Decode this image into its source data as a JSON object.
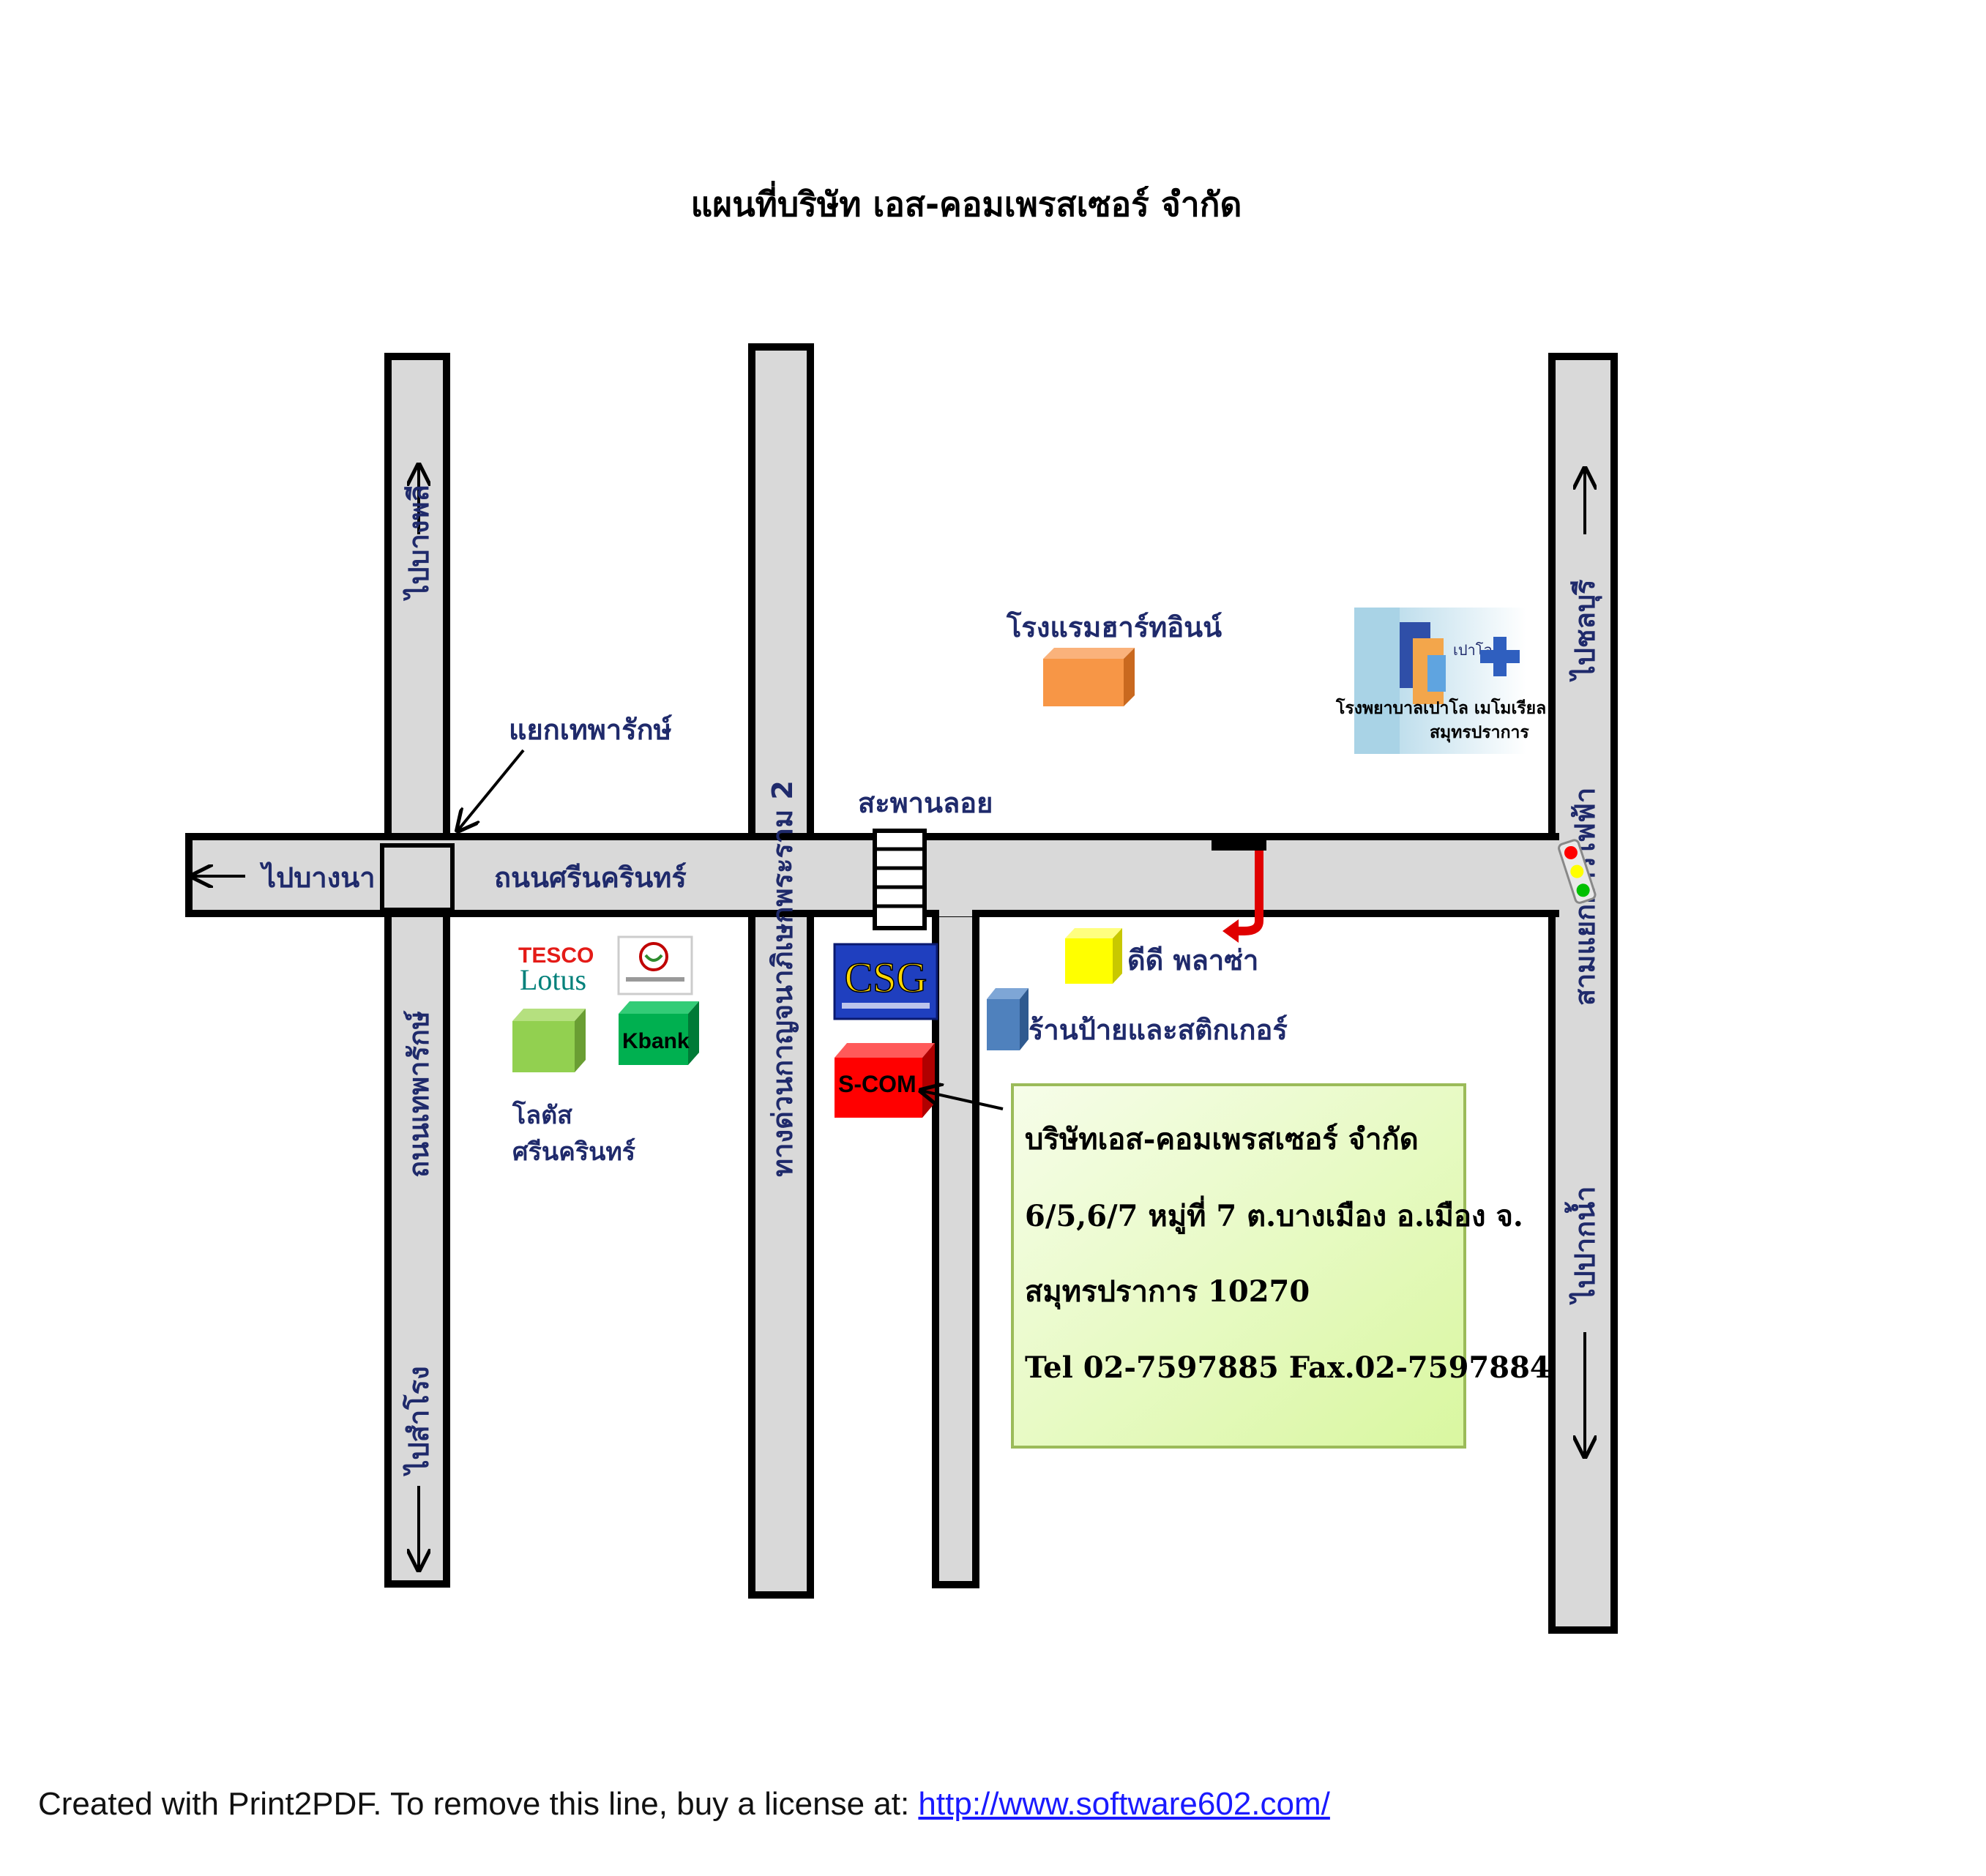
{
  "title": "แผนที่บริษัท เอส-คอมเพรสเซอร์ จำกัด",
  "roads": {
    "left_vertical_top": "ไปบางพลี",
    "left_vertical_bottom": "ถนนเทพารักษ์",
    "left_vertical_end": "ไปสำโรง",
    "horizontal_left": "ไปบางนา",
    "horizontal_name": "ถนนศรีนครินทร์",
    "middle_vertical": "ทางด่วนกาญจนาภิเษกพระราม 2",
    "right_vertical_top": "ไปชลบุรี",
    "right_vertical_mid": "สามแยกการไฟฟ้า",
    "right_vertical_bottom": "ไปปากน้ำ"
  },
  "landmarks": {
    "junction": "แยกเทพารักษ์",
    "bridge": "สะพานลอย",
    "hotel": "โรงแรมฮาร์ทอินน์",
    "hospital_line1": "โรงพยาบาลเปาโล เมโมเรียล",
    "hospital_line2": "สมุทรปราการ",
    "hospital_sign": "เปาโล",
    "tesco_line1": "TESCO",
    "tesco_line2": "Lotus",
    "kbank": "Kbank",
    "lotus_line1": "โลตัส",
    "lotus_line2": "ศรีนครินทร์",
    "csg": "CSG",
    "scom": "S-COM",
    "dd_plaza": "ดีดี พลาซ่า",
    "sign_shop": "ร้านป้ายและสติกเกอร์"
  },
  "address": {
    "line1": "บริษัทเอส-คอมเพรสเซอร์ จำกัด",
    "line2": "6/5,6/7 หมู่ที่ 7 ต.บางเมือง อ.เมือง  จ.",
    "line3": "สมุทรปราการ  10270",
    "line4": "Tel 02-7597885  Fax.02-7597884"
  },
  "footer": {
    "text": "Created with Print2PDF. To remove this line, buy a license at: ",
    "link": "http://www.software602.com/"
  },
  "colors": {
    "road": "#d9d9d9",
    "hotel": "#f79646",
    "lotus_store": "#92d050",
    "kbank": "#00b050",
    "scom": "#ff0000",
    "dd_plaza": "#ffff00",
    "sign_shop": "#4f81bd",
    "csg": "#1f3fbf",
    "address_box": "#ebfac4"
  }
}
